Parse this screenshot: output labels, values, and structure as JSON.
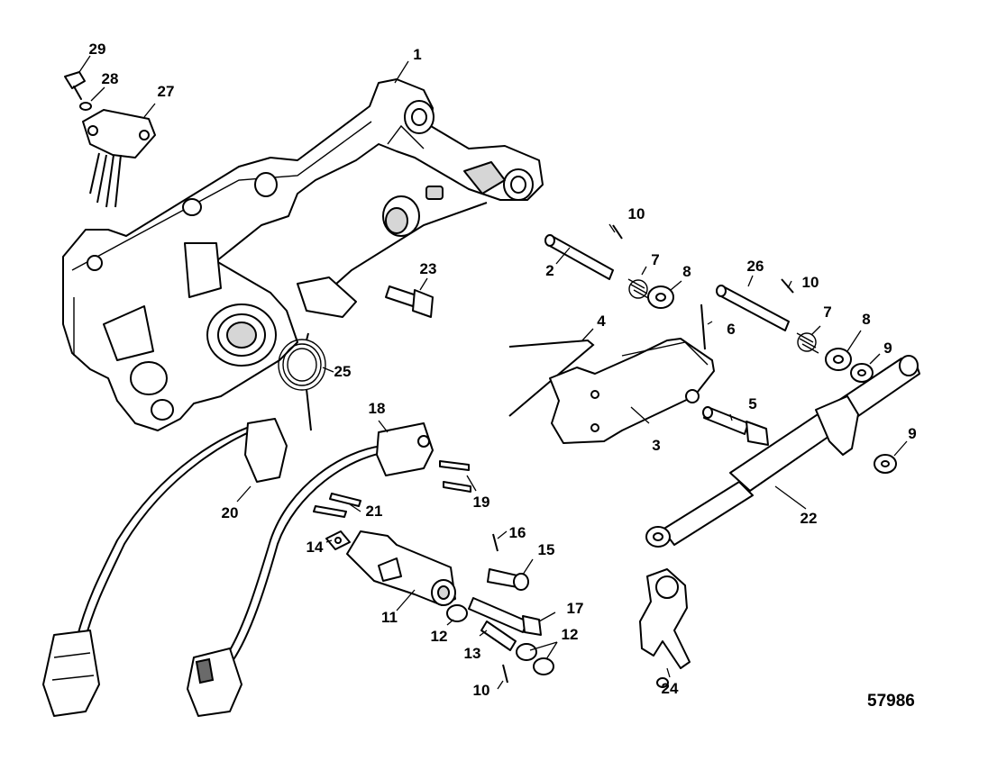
{
  "diagram": {
    "figure_number": "57986",
    "callouts": [
      "1",
      "2",
      "3",
      "4",
      "5",
      "6",
      "7",
      "7",
      "8",
      "8",
      "9",
      "9",
      "10",
      "10",
      "10",
      "11",
      "12",
      "12",
      "13",
      "14",
      "15",
      "16",
      "17",
      "18",
      "19",
      "20",
      "21",
      "22",
      "23",
      "24",
      "25",
      "26",
      "27",
      "28",
      "29"
    ]
  }
}
